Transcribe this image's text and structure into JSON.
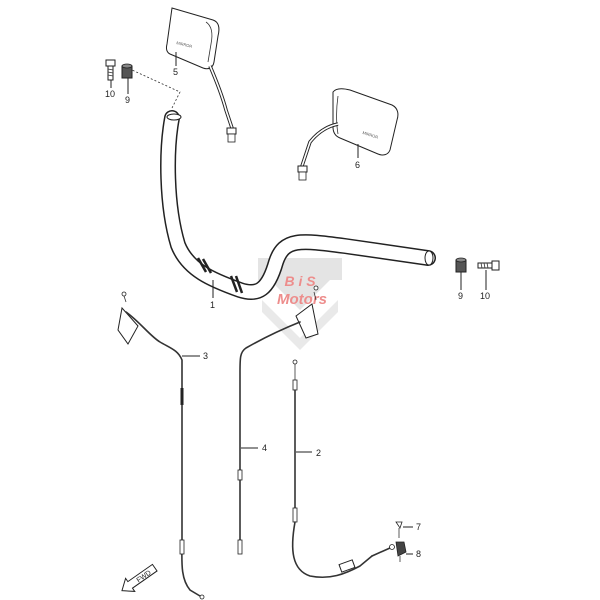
{
  "callouts": [
    {
      "id": "c1",
      "text": "1"
    },
    {
      "id": "c2",
      "text": "2"
    },
    {
      "id": "c3",
      "text": "3"
    },
    {
      "id": "c4",
      "text": "4"
    },
    {
      "id": "c5",
      "text": "5"
    },
    {
      "id": "c6",
      "text": "6"
    },
    {
      "id": "c7",
      "text": "7"
    },
    {
      "id": "c8",
      "text": "8"
    },
    {
      "id": "c9a",
      "text": "9"
    },
    {
      "id": "c9b",
      "text": "9"
    },
    {
      "id": "c10a",
      "text": "10"
    },
    {
      "id": "c10b",
      "text": "10"
    }
  ],
  "direction_arrow": {
    "text": "FWD"
  },
  "watermark": {
    "line1": "B i S",
    "line2": "Motors",
    "color": "#e0312f"
  },
  "colors": {
    "line": "#222222",
    "watermark_gray": "#cfcfcf"
  }
}
